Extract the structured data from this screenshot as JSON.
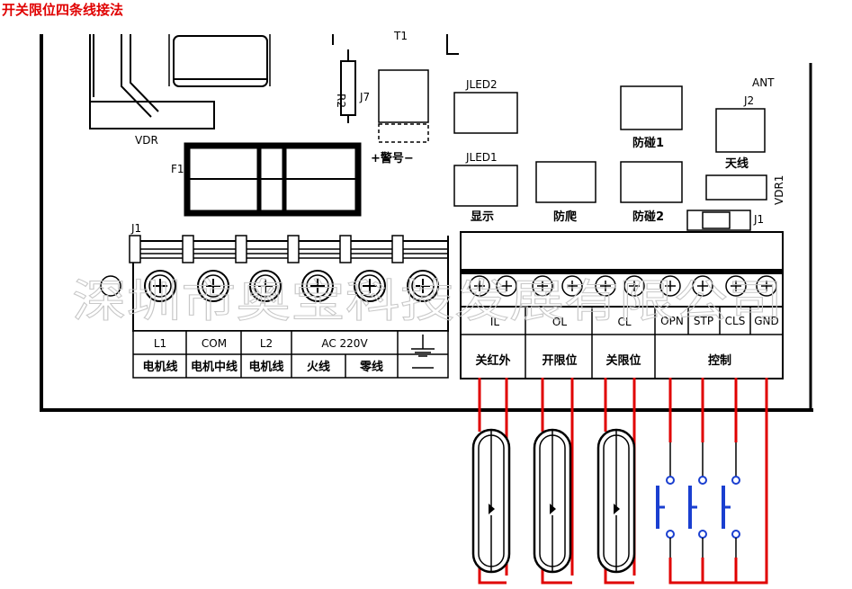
{
  "title": "开关限位四条线接法",
  "board": {
    "vdr": "VDR",
    "f1": "F1",
    "r2": "R2",
    "j7": "J7",
    "t1": "T1",
    "alarm": "+警号−",
    "jled2": "JLED2",
    "jled1": "JLED1",
    "display": "显示",
    "anti_climb": "防爬",
    "anti_collision1": "防碰1",
    "anti_collision2": "防碰2",
    "ant": "ANT",
    "j2": "J2",
    "antenna": "天线",
    "vdr1": "VDR1",
    "j1_small": "J1",
    "j1": "J1"
  },
  "left_terminal": {
    "codes": [
      "L1",
      "COM",
      "L2",
      "AC 220V",
      ""
    ],
    "names": [
      "电机线",
      "电机中线",
      "电机线",
      "火线",
      "零线",
      ""
    ]
  },
  "right_terminal": {
    "codes": [
      "IL",
      "OL",
      "CL",
      "OPN",
      "STP",
      "CLS",
      "GND"
    ],
    "groups": [
      "关红外",
      "开限位",
      "关限位",
      "控制"
    ]
  },
  "watermark": "深圳市奥宝科技发展有限公司",
  "colors": {
    "wire": "#e00000",
    "switch": "#1a3fd0",
    "line": "#000000"
  }
}
